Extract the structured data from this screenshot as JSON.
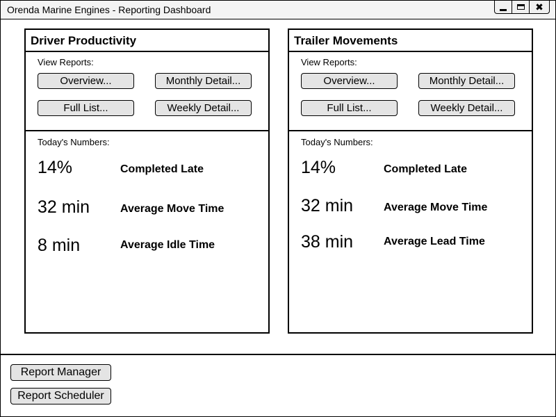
{
  "window": {
    "title": "Orenda Marine Engines - Reporting Dashboard",
    "close_glyph": "✖"
  },
  "panels": [
    {
      "title": "Driver Productivity",
      "view_reports_label": "View Reports:",
      "buttons": {
        "overview": "Overview...",
        "monthly": "Monthly Detail...",
        "full_list": "Full List...",
        "weekly": "Weekly Detail..."
      },
      "todays_numbers_label": "Today's Numbers:",
      "metrics": [
        {
          "value": "14%",
          "label": "Completed Late"
        },
        {
          "value": "32 min",
          "label": "Average Move Time"
        },
        {
          "value": "8 min",
          "label": "Average Idle Time"
        }
      ]
    },
    {
      "title": "Trailer Movements",
      "view_reports_label": "View Reports:",
      "buttons": {
        "overview": "Overview...",
        "monthly": "Monthly Detail...",
        "full_list": "Full List...",
        "weekly": "Weekly Detail..."
      },
      "todays_numbers_label": "Today's Numbers:",
      "metrics": [
        {
          "value": "14%",
          "label": "Completed Late"
        },
        {
          "value": "32 min",
          "label": "Average Move Time"
        },
        {
          "value": "38 min",
          "label": "Average Lead Time"
        }
      ]
    }
  ],
  "footer": {
    "report_manager": "Report Manager",
    "report_scheduler": "Report Scheduler"
  }
}
